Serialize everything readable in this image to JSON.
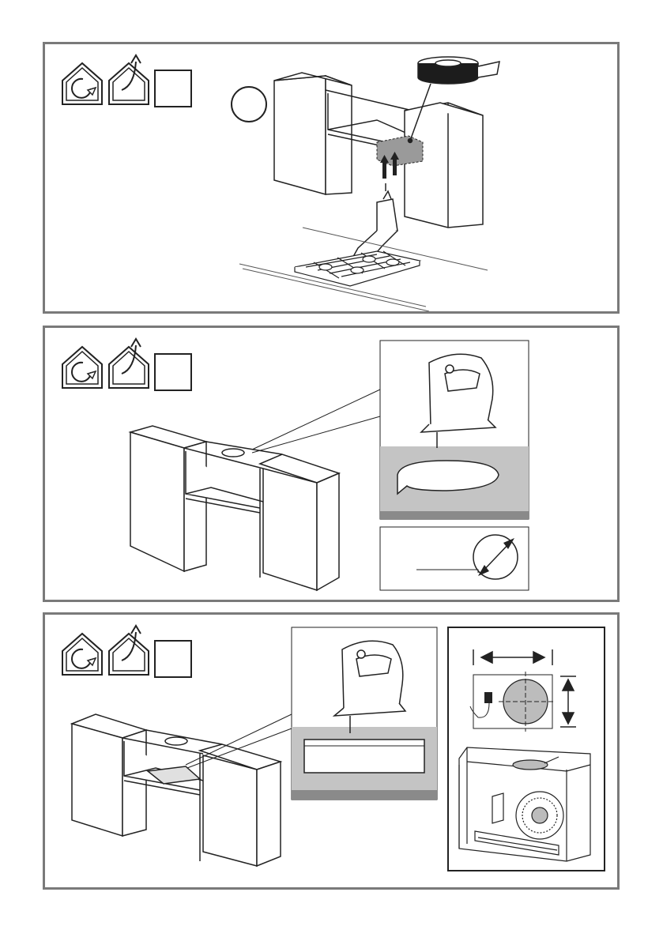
{
  "panels": [
    {
      "name": "install-step-drill",
      "icons": [
        "house-recirculate-icon",
        "house-extraction-icon",
        "empty-box-icon"
      ],
      "callout_circle": true
    },
    {
      "name": "install-step-cut-shelf",
      "icons": [
        "house-recirculate-icon",
        "house-extraction-icon",
        "empty-box-icon"
      ]
    },
    {
      "name": "install-step-cut-slot",
      "icons": [
        "house-recirculate-icon",
        "house-extraction-icon",
        "empty-box-icon"
      ]
    }
  ],
  "colors": {
    "frame": "#7a7a7a",
    "line": "#222222",
    "counter_gray": "#c4c4c4",
    "strip_dark": "#8a8a8a",
    "motor_gray": "#bcbcbc"
  }
}
